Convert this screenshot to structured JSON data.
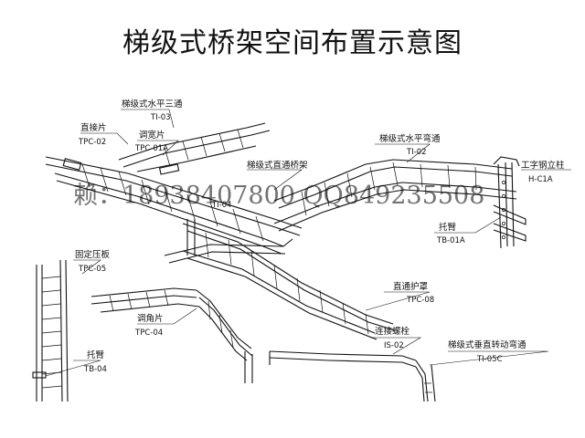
{
  "title": "梯级式桥架空间布置示意图",
  "watermark": "赖：18938407800  QQ849235508",
  "labels": {
    "tee": {
      "name": "梯级式水平三通",
      "code": "TI-03"
    },
    "straight_plate": {
      "name": "直接片",
      "code": "TPC-02"
    },
    "width_plate": {
      "name": "调宽片",
      "code": "TPC-01A"
    },
    "straight_tray": {
      "name": "梯级式直通桥架",
      "code": "TI-04"
    },
    "horizontal_bend": {
      "name": "梯级式水平弯通",
      "code": "TI-02"
    },
    "h_column": {
      "name": "工字钢立柱",
      "code": "H-C1A"
    },
    "bracket_right": {
      "name": "托臂",
      "code": "TB-01A"
    },
    "fixed_plate": {
      "name": "固定压板",
      "code": "TPC-05"
    },
    "cover": {
      "name": "直通护罩",
      "code": "TPC-08"
    },
    "angle_plate": {
      "name": "调角片",
      "code": "TPC-04"
    },
    "bolt": {
      "name": "连接螺栓",
      "code": "IS-02"
    },
    "vertical_bend": {
      "name": "梯级式垂直转动弯通",
      "code": "TI-05C"
    },
    "bracket_left": {
      "name": "托臂",
      "code": "TB-04"
    }
  },
  "colors": {
    "line": "#111111",
    "background": "#ffffff"
  }
}
